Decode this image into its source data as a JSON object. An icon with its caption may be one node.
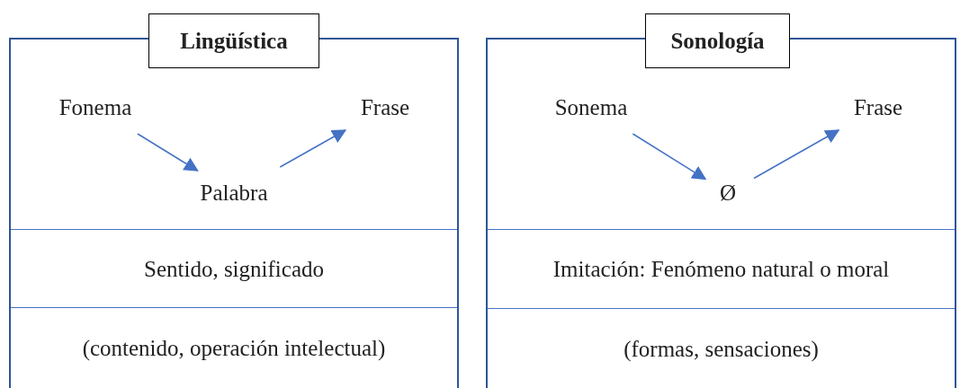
{
  "diagram": {
    "nodes": [
      {
        "text": [
          "Lingüística"
        ]
      },
      {
        "text": [
          "Fonema"
        ],
        "in": 0
      },
      {
        "text": [
          "Palabra"
        ],
        "in": 0
      },
      {
        "text": [
          "Frase"
        ],
        "in": 0
      },
      {
        "text": [
          "Sentido, significado"
        ],
        "in": 0
      },
      {
        "text": [
          "(contenido, operación intelectual)"
        ],
        "in": 0
      },
      {
        "text": [
          "Sonología"
        ]
      },
      {
        "text": [
          "Sonema"
        ],
        "in": 6
      },
      {
        "text": [
          "Ø"
        ],
        "in": 6
      },
      {
        "text": [
          "Frase"
        ],
        "in": 6
      },
      {
        "text": [
          "Imitación: Fenómeno natural o moral"
        ],
        "in": 6
      },
      {
        "text": [
          "(formas, sensaciones)"
        ],
        "in": 6
      }
    ],
    "edges": [
      {
        "from": 1,
        "to": 2,
        "arrow": "to"
      },
      {
        "from": 2,
        "to": 3,
        "arrow": "to"
      },
      {
        "from": 7,
        "to": 8,
        "arrow": "to"
      },
      {
        "from": 8,
        "to": 9,
        "arrow": "to"
      }
    ]
  }
}
